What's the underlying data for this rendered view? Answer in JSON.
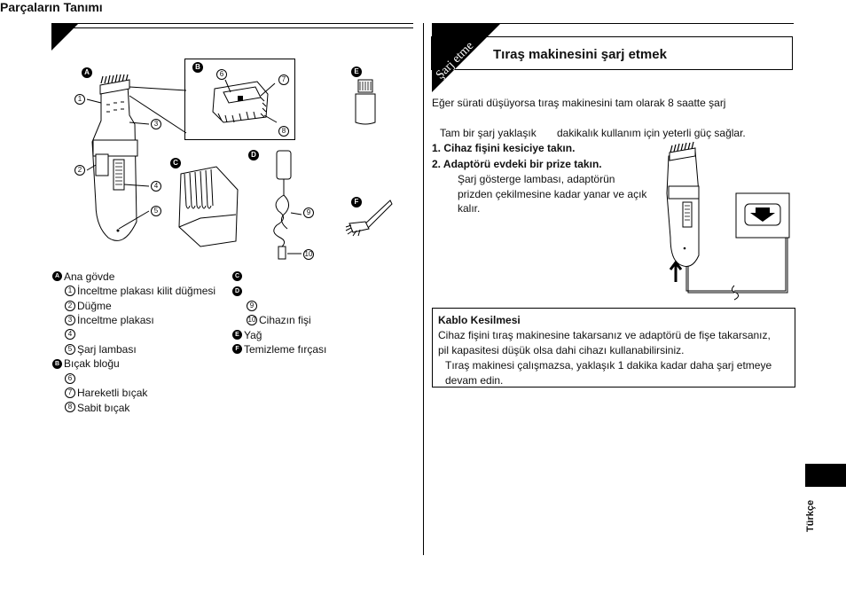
{
  "left": {
    "heading": "Parçaların Tanımı",
    "figure_labels": {
      "a": "A",
      "b": "B",
      "c": "C",
      "d": "D",
      "e": "E",
      "f": "F"
    },
    "callouts": {
      "n1": "1",
      "n2": "2",
      "n3": "3",
      "n4": "4",
      "n5": "5",
      "n6": "6",
      "n7": "7",
      "n8": "8",
      "n9": "9",
      "n10": "10"
    },
    "parts_col1": {
      "a_label": "A",
      "a_text": "Ana gövde",
      "i1n": "1",
      "i1": "İnceltme plakası kilit düğmesi",
      "i2n": "2",
      "i2": "Düğme",
      "i3n": "3",
      "i3": "İnceltme plakası",
      "i4n": "4",
      "i4": "",
      "i5n": "5",
      "i5": "Şarj lambası",
      "b_label": "B",
      "b_text": "Bıçak bloğu",
      "i6n": "6",
      "i6": "",
      "i7n": "7",
      "i7": "Hareketli bıçak",
      "i8n": "8",
      "i8": "Sabit bıçak"
    },
    "parts_col2": {
      "c_label": "C",
      "c_text": "",
      "d_label": "D",
      "d_text": "",
      "i9n": "9",
      "i9": "",
      "i10n": "10",
      "i10": "Cihazın fişi",
      "e_label": "E",
      "e_text": "Yağ",
      "f_label": "F",
      "f_text": "Temizleme fırçası"
    }
  },
  "right": {
    "corner_text": "Şarj etme",
    "title": "Tıraş makinesini şarj etmek",
    "p1": "Eğer sürati düşüyorsa tıraş makinesini tam olarak 8 saatte şarj",
    "p2a": "Tam bir şarj yaklaşık",
    "p2b": "dakikalık kullanım için yeterli güç sağlar.",
    "step1": "1. Cihaz fişini kesiciye takın.",
    "step2": "2. Adaptörü evdeki bir prize takın.",
    "note1": "Şarj gösterge lambası, adaptörün",
    "note2": "prizden çekilmesine kadar yanar ve açık",
    "note3": "kalır.",
    "box_title": "Kablo Kesilmesi",
    "box_l1": "Cihaz fişini tıraş makinesine takarsanız ve adaptörü de fişe takarsanız,",
    "box_l2": "pil kapasitesi düşük olsa dahi cihazı kullanabilirsiniz.",
    "box_l3": "Tıraş makinesi çalışmazsa, yaklaşık 1 dakika kadar daha şarj etmeye",
    "box_l4": "devam edin."
  },
  "side_tab": "Türkçe"
}
